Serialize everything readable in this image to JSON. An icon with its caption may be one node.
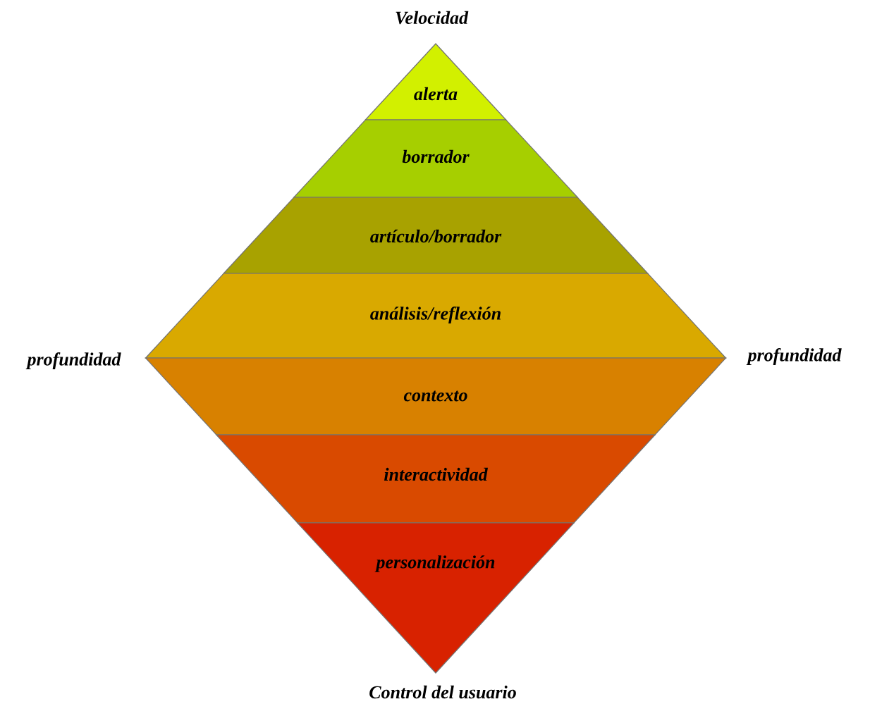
{
  "diagram": {
    "nodes": [
      {
        "text": [
          "alerta"
        ]
      },
      {
        "text": [
          "borrador"
        ]
      },
      {
        "text": [
          "artículo/borrador"
        ]
      },
      {
        "text": [
          "análisis/reflexión"
        ]
      },
      {
        "text": [
          "contexto"
        ]
      },
      {
        "text": [
          "interactividad"
        ]
      },
      {
        "text": [
          "personalización"
        ]
      }
    ],
    "labels": [
      "Velocidad",
      "profundidad",
      "profundidad",
      "Control del usuario"
    ]
  }
}
